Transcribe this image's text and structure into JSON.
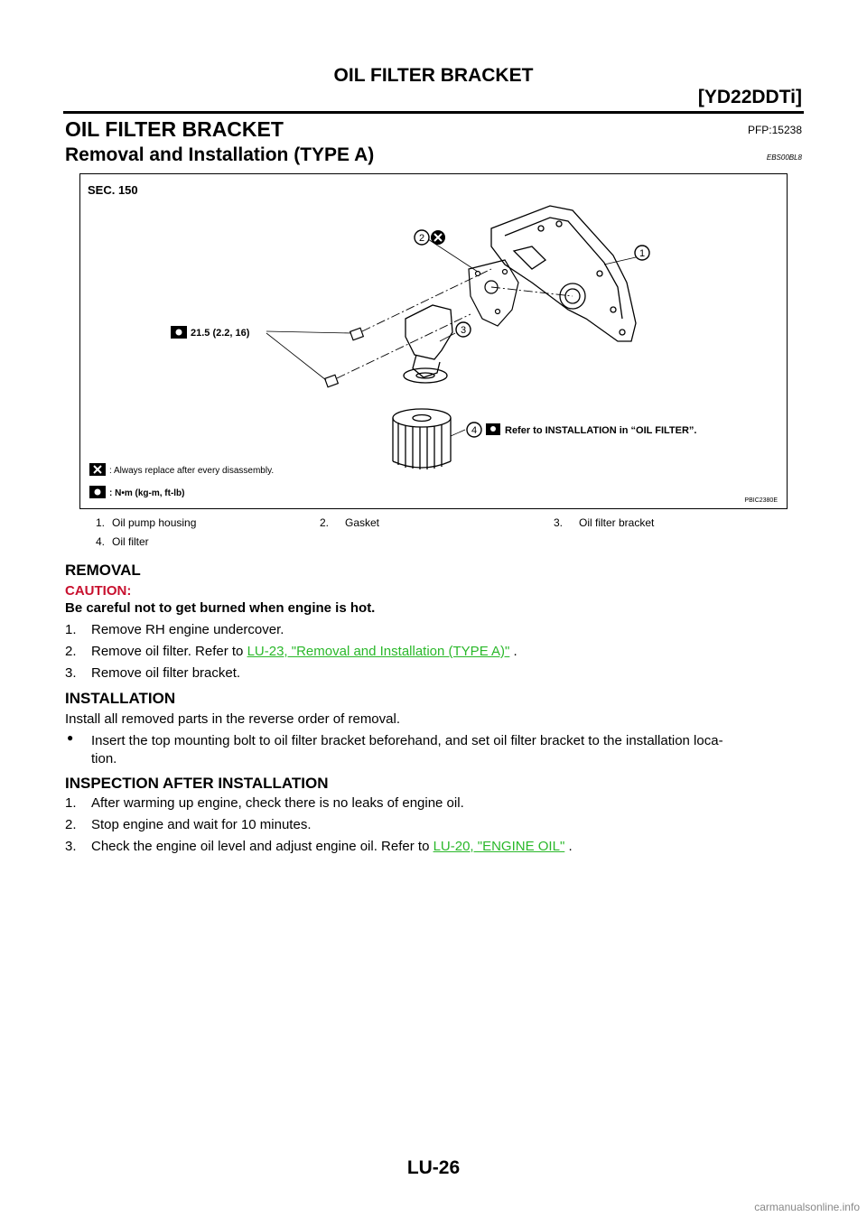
{
  "header": {
    "title": "OIL FILTER BRACKET",
    "model": "[YD22DDTi]"
  },
  "section": {
    "title": "OIL FILTER BRACKET",
    "pfp": "PFP:15238"
  },
  "subsection": {
    "title": "Removal and Installation (TYPE A)",
    "code": "EBS00BL8"
  },
  "figure": {
    "sec": "SEC. 150",
    "torque_label": "21.5 (2.2, 16)",
    "refer_label": "Refer to INSTALLATION in “OIL FILTER”.",
    "legend_replace": ": Always replace after every disassembly.",
    "legend_torque": ":  N•m  (kg-m,  ft-lb)",
    "image_code": "PBIC2380E",
    "callouts": [
      "2",
      "1",
      "3",
      "4"
    ]
  },
  "parts": [
    {
      "num": "1.",
      "name": "Oil pump housing"
    },
    {
      "num": "2.",
      "name": "Gasket"
    },
    {
      "num": "3.",
      "name": "Oil filter bracket"
    },
    {
      "num": "4.",
      "name": "Oil filter"
    }
  ],
  "removal": {
    "heading": "REMOVAL",
    "caution_label": "CAUTION:",
    "caution_text": "Be careful not to get burned when engine is hot.",
    "steps": [
      {
        "num": "1.",
        "text": "Remove RH engine undercover."
      },
      {
        "num": "2.",
        "text": "Remove oil filter. Refer to ",
        "link": "LU-23, \"Removal and Installation (TYPE A)\"",
        "after": " ."
      },
      {
        "num": "3.",
        "text": "Remove oil filter bracket."
      }
    ]
  },
  "installation": {
    "heading": "INSTALLATION",
    "intro": "Install all removed parts in the reverse order of removal.",
    "bullet_line1": "Insert the top mounting bolt to oil filter bracket beforehand, and set oil filter bracket to the installation loca-",
    "bullet_line2": "tion."
  },
  "inspection": {
    "heading": "INSPECTION AFTER INSTALLATION",
    "steps": [
      {
        "num": "1.",
        "text": "After warming up engine, check there is no leaks of engine oil."
      },
      {
        "num": "2.",
        "text": "Stop engine and wait for 10 minutes."
      },
      {
        "num": "3.",
        "text": "Check the engine oil level and adjust engine oil. Refer to ",
        "link": "LU-20, \"ENGINE OIL\"",
        "after": " ."
      }
    ]
  },
  "footer": {
    "page": "LU-26",
    "watermark": "carmanualsonline.info"
  }
}
